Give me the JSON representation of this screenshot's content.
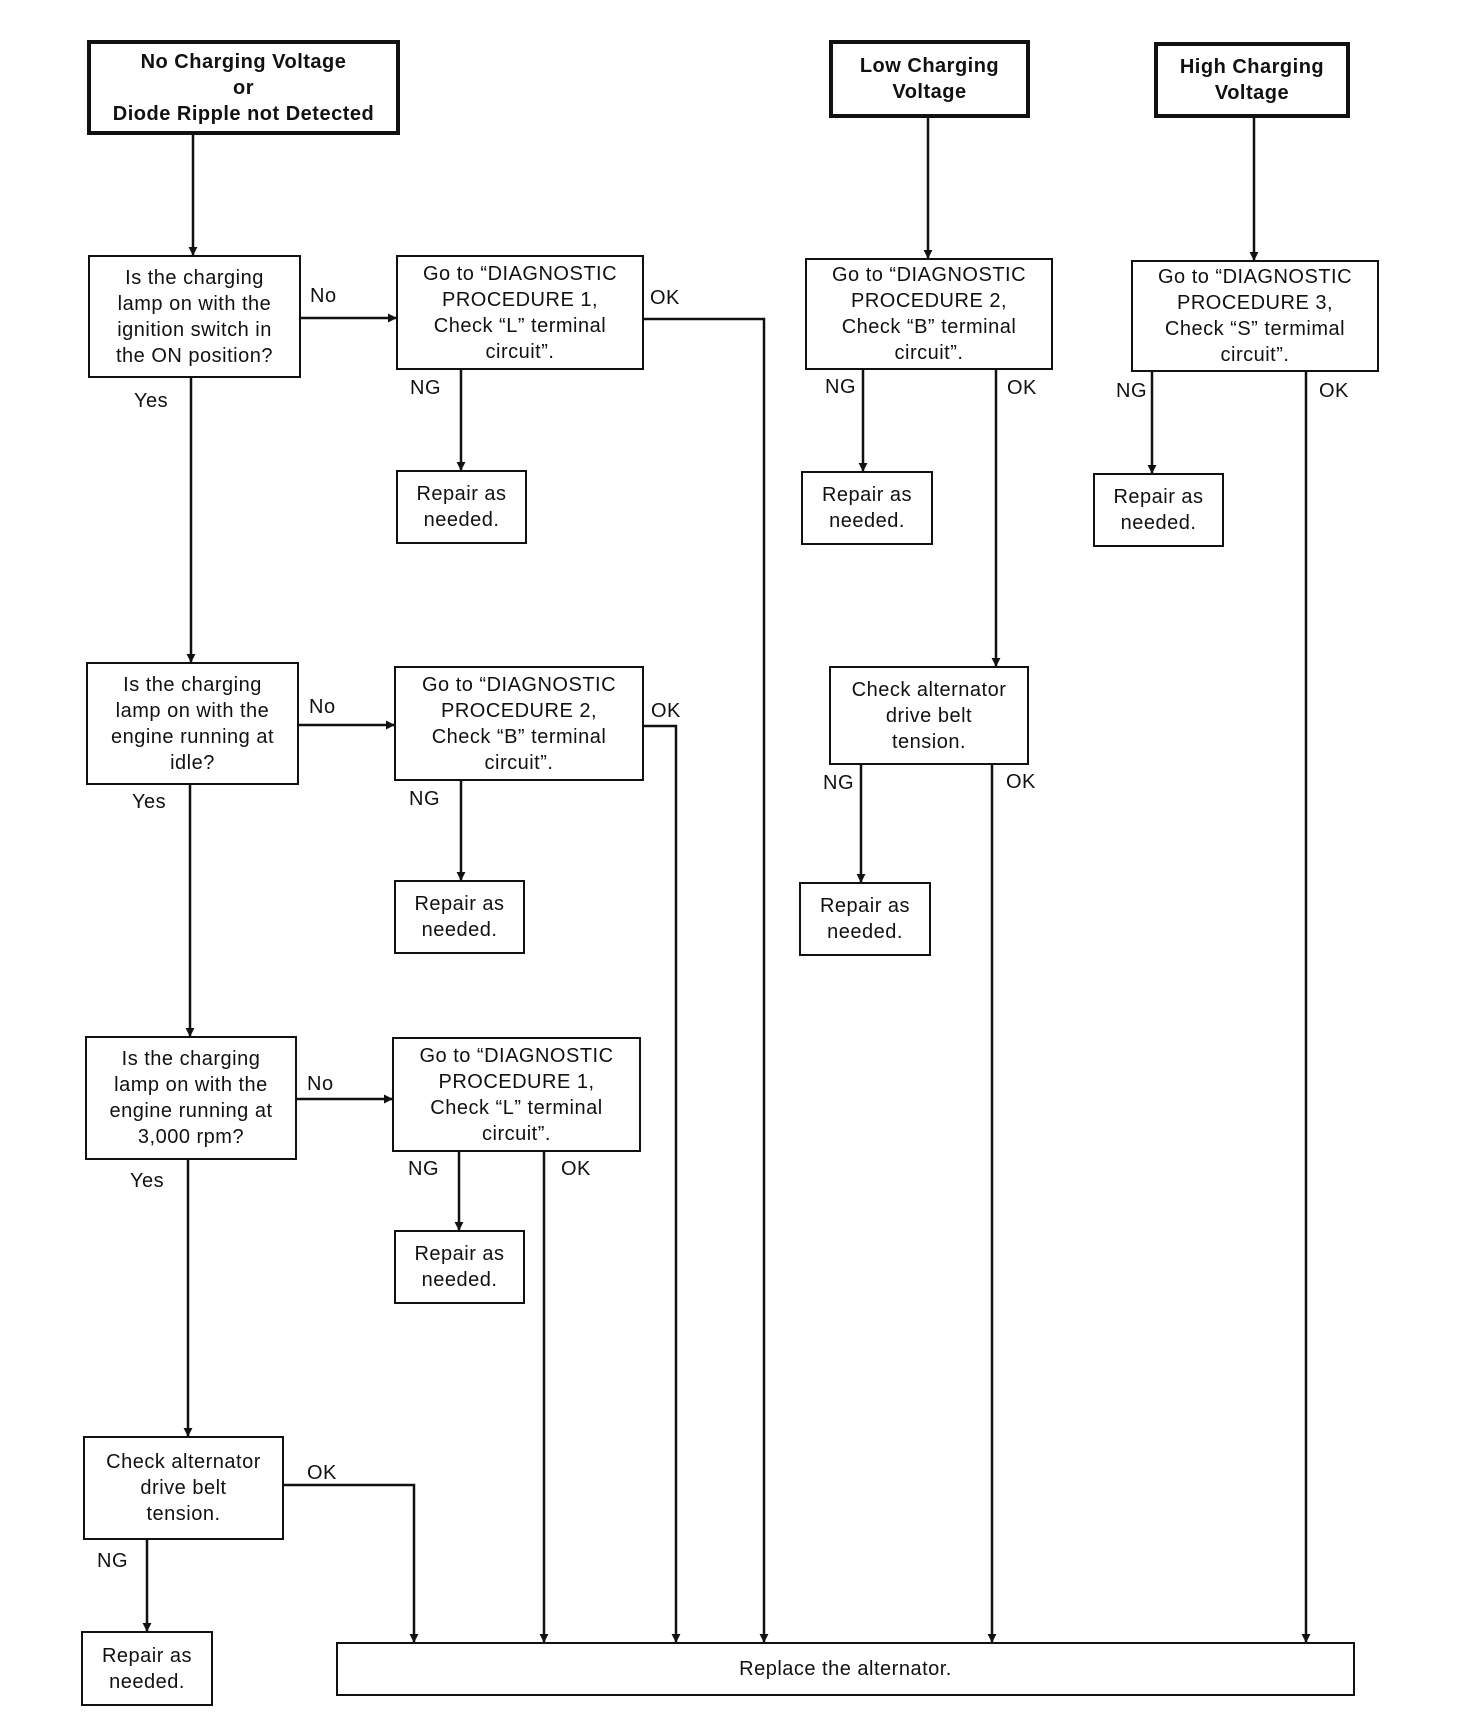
{
  "start": {
    "no_voltage": [
      "No Charging Voltage",
      "or",
      "Diode Ripple not Detected"
    ],
    "low_voltage": [
      "Low Charging",
      "Voltage"
    ],
    "high_voltage": [
      "High Charging",
      "Voltage"
    ]
  },
  "questions": {
    "q1": [
      "Is the charging",
      "lamp on with the",
      "ignition switch in",
      "the ON position?"
    ],
    "q2": [
      "Is the charging",
      "lamp on with the",
      "engine running at",
      "idle?"
    ],
    "q3": [
      "Is the charging",
      "lamp on with the",
      "engine running at",
      "3,000 rpm?"
    ]
  },
  "procedures": {
    "p1a": [
      "Go to “DIAGNOSTIC",
      "PROCEDURE 1,",
      "Check “L” terminal",
      "circuit”."
    ],
    "p2a": [
      "Go to “DIAGNOSTIC",
      "PROCEDURE 2,",
      "Check “B” terminal",
      "circuit”."
    ],
    "p1b": [
      "Go to “DIAGNOSTIC",
      "PROCEDURE 1,",
      "Check “L” terminal",
      "circuit”."
    ],
    "p2_low": [
      "Go to “DIAGNOSTIC",
      "PROCEDURE 2,",
      "Check “B” terminal",
      "circuit”."
    ],
    "p3_high": [
      "Go to “DIAGNOSTIC",
      "PROCEDURE 3,",
      "Check “S” termimal",
      "circuit”."
    ]
  },
  "belt_check": {
    "low": [
      "Check alternator",
      "drive belt",
      "tension."
    ],
    "left": [
      "Check alternator",
      "drive belt",
      "tension."
    ]
  },
  "repair": [
    "Repair as",
    "needed."
  ],
  "replace": "Replace the alternator.",
  "labels": {
    "yes": "Yes",
    "no": "No",
    "ok": "OK",
    "ng": "NG"
  }
}
